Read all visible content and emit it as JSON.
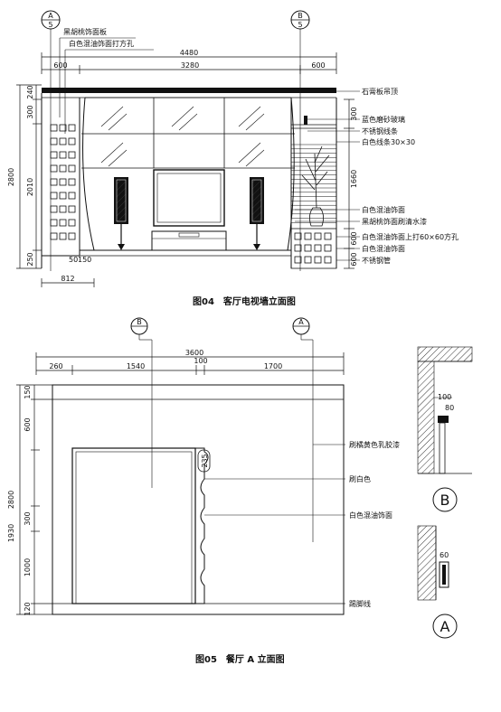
{
  "fig04": {
    "caption": "图04　客厅电视墙立面图",
    "axis_a": "A",
    "axis_a_sub": "5",
    "axis_b": "B",
    "axis_b_sub": "5",
    "top_labels": [
      "黑胡桃饰面板",
      "白色混油饰面打方孔"
    ],
    "dims_top": {
      "total": "4480",
      "left": "600",
      "mid": "3280",
      "right": "600"
    },
    "dims_left": {
      "total": "2800",
      "d240": "240",
      "d300": "300",
      "d2010": "2010",
      "d250": "250"
    },
    "dims_right": {
      "d300": "300",
      "d1660": "1660",
      "d600": "600",
      "d600b": "600"
    },
    "dims_bottom": {
      "d812": "812",
      "d50": "50",
      "d150": "150"
    },
    "right_labels": [
      "石膏板吊顶",
      "蓝色磨砂玻璃",
      "不锈钢线条",
      "白色线条30×30",
      "白色混油饰面",
      "黑胡桃饰面刷清水漆",
      "白色混油饰面上打60×60方孔",
      "白色混油饰面",
      "不锈钢管"
    ]
  },
  "fig05": {
    "caption": "图05　餐厅 A 立面图",
    "axis_b": "B",
    "axis_a": "A",
    "dims_top": {
      "total": "3600",
      "d260": "260",
      "d1540": "1540",
      "d100": "100",
      "d1700": "1700"
    },
    "dims_left": {
      "total": "2800",
      "d150": "150",
      "d600": "600",
      "d1930": "1930",
      "d300": "300",
      "d1000": "1000",
      "d120": "120"
    },
    "d235": "235",
    "right_labels": [
      "刷橘黄色乳胶漆",
      "刷白色",
      "白色混油饰面",
      "踢脚线"
    ],
    "detail_b": {
      "label": "B",
      "d100": "100",
      "d80": "80"
    },
    "detail_a": {
      "label": "A",
      "d60": "60"
    }
  }
}
